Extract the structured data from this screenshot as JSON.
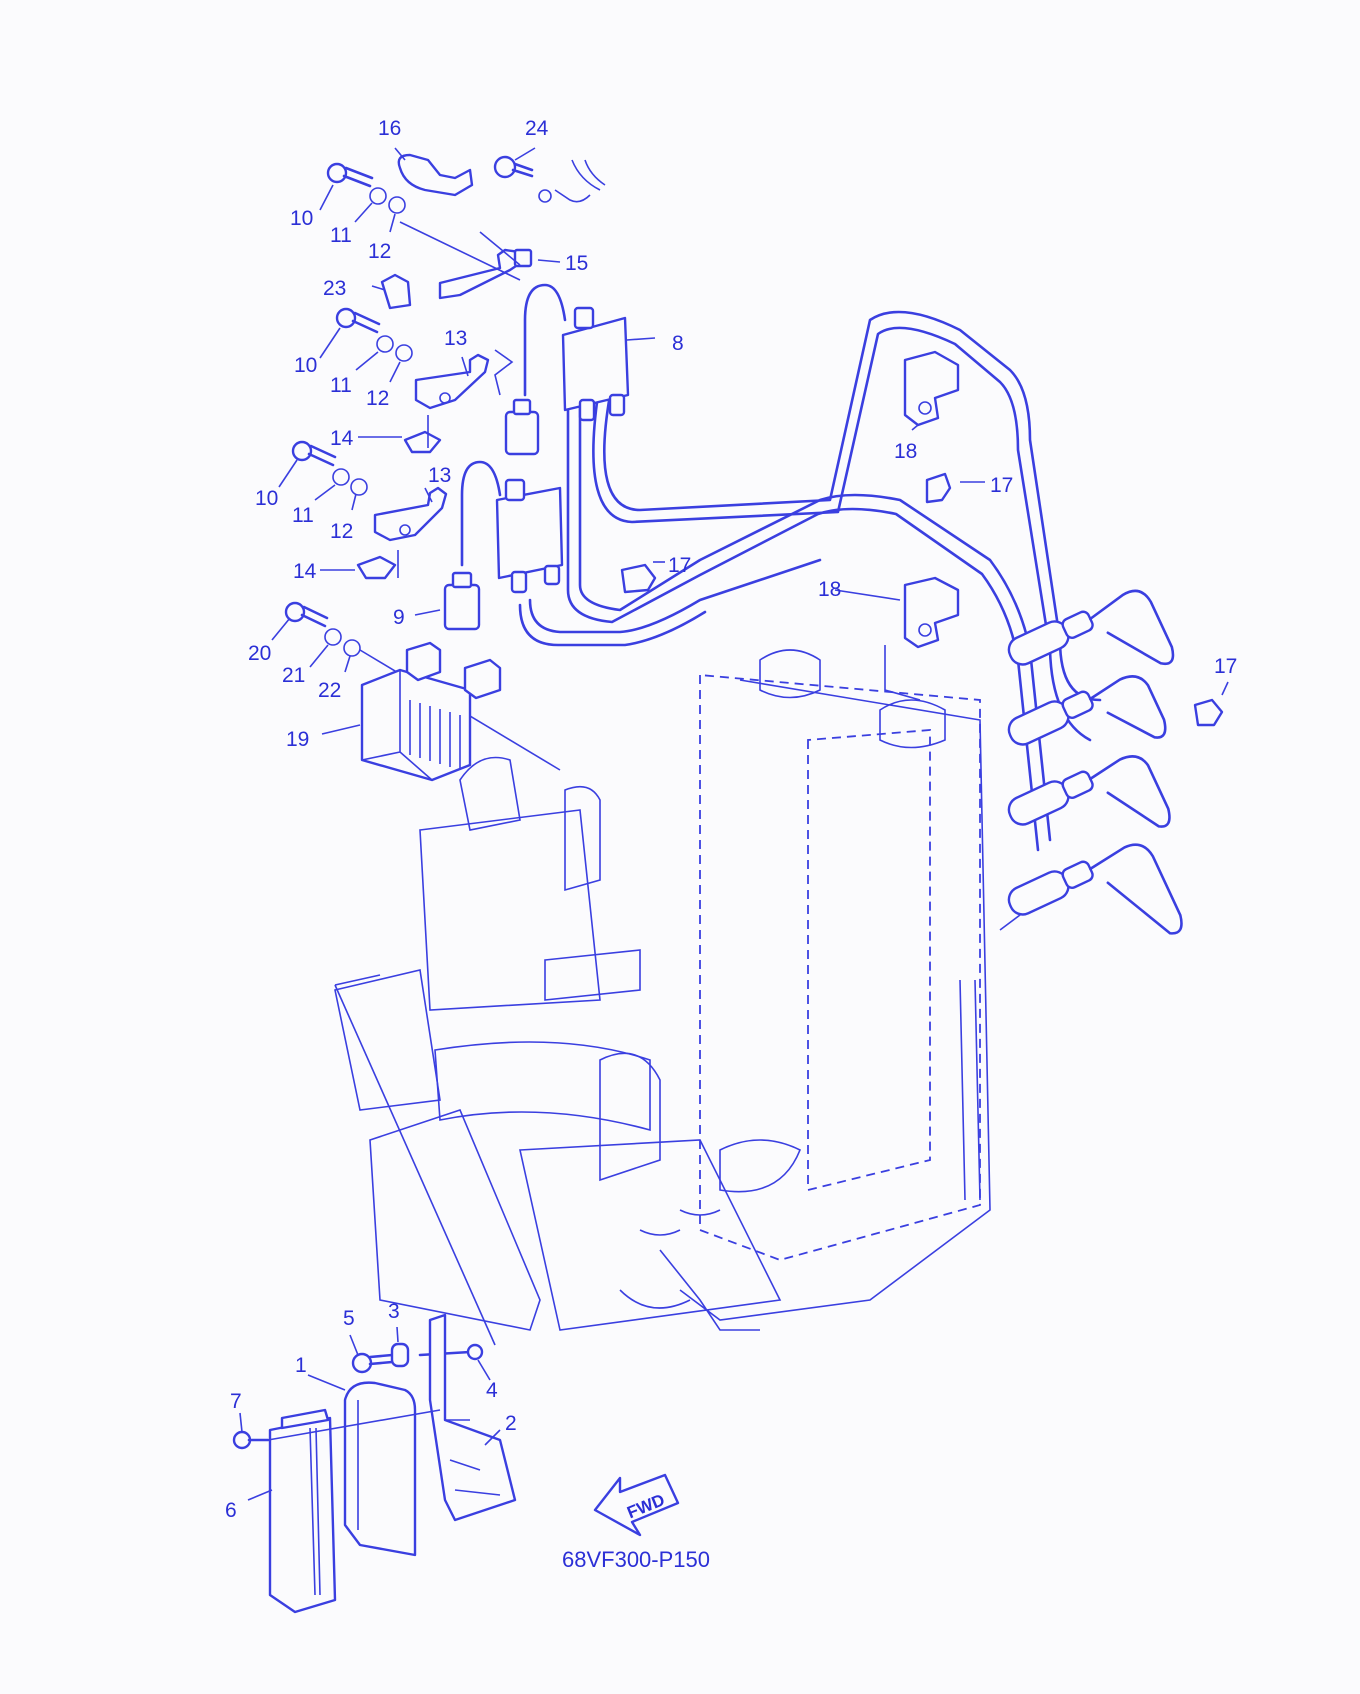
{
  "diagram_code": "68VF300-P150",
  "direction_label": "FWD",
  "callouts": [
    {
      "id": "c16",
      "text": "16"
    },
    {
      "id": "c24",
      "text": "24"
    },
    {
      "id": "c10a",
      "text": "10"
    },
    {
      "id": "c11a",
      "text": "11"
    },
    {
      "id": "c12a",
      "text": "12"
    },
    {
      "id": "c15",
      "text": "15"
    },
    {
      "id": "c23",
      "text": "23"
    },
    {
      "id": "c13a",
      "text": "13"
    },
    {
      "id": "c8",
      "text": "8"
    },
    {
      "id": "c10b",
      "text": "10"
    },
    {
      "id": "c11b",
      "text": "11"
    },
    {
      "id": "c12b",
      "text": "12"
    },
    {
      "id": "c14a",
      "text": "14"
    },
    {
      "id": "c18a",
      "text": "18"
    },
    {
      "id": "c13b",
      "text": "13"
    },
    {
      "id": "c10c",
      "text": "10"
    },
    {
      "id": "c11c",
      "text": "11"
    },
    {
      "id": "c12c",
      "text": "12"
    },
    {
      "id": "c17a",
      "text": "17"
    },
    {
      "id": "c14b",
      "text": "14"
    },
    {
      "id": "c17b",
      "text": "17"
    },
    {
      "id": "c18b",
      "text": "18"
    },
    {
      "id": "c9",
      "text": "9"
    },
    {
      "id": "c20",
      "text": "20"
    },
    {
      "id": "c21",
      "text": "21"
    },
    {
      "id": "c22",
      "text": "22"
    },
    {
      "id": "c17c",
      "text": "17"
    },
    {
      "id": "c19",
      "text": "19"
    },
    {
      "id": "c5",
      "text": "5"
    },
    {
      "id": "c3",
      "text": "3"
    },
    {
      "id": "c1",
      "text": "1"
    },
    {
      "id": "c4",
      "text": "4"
    },
    {
      "id": "c7",
      "text": "7"
    },
    {
      "id": "c2",
      "text": "2"
    },
    {
      "id": "c6",
      "text": "6"
    }
  ],
  "colors": {
    "line": "#3a3fe0",
    "text": "#2b2fd6",
    "background": "#fbfbfd"
  }
}
